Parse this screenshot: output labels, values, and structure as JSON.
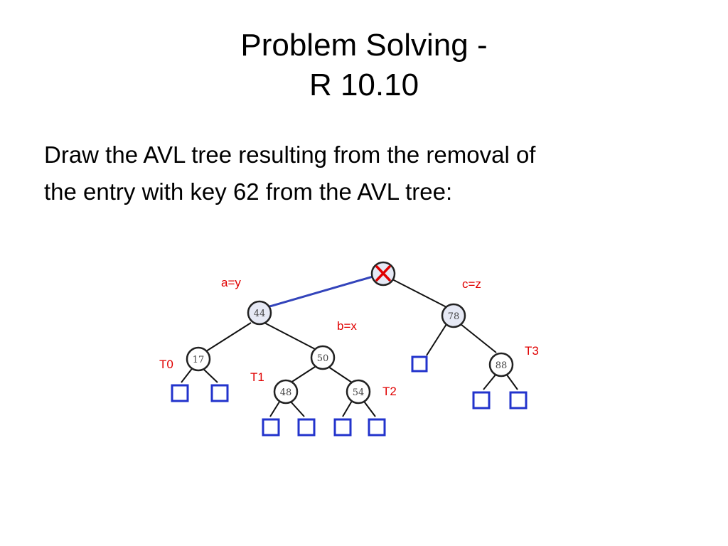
{
  "title": {
    "line1": "Problem Solving -",
    "line2": "R 10.10"
  },
  "body": {
    "line1": "Draw the AVL tree resulting from the removal of",
    "line2": "the entry with key 62 from the AVL tree:"
  },
  "tree": {
    "nodes": {
      "n17": "17",
      "n44": "44",
      "n48": "48",
      "n50": "50",
      "n54": "54",
      "n78": "78",
      "n88": "88"
    },
    "annotations": {
      "a": "a=y",
      "b": "b=x",
      "c": "c=z",
      "t0": "T0",
      "t1": "T1",
      "t2": "T2",
      "t3": "T3"
    },
    "colors": {
      "annotation": "#e00000",
      "highlight_edge": "#3344bb",
      "leaf": "#2233cc",
      "node_fill": "#e6e9f5",
      "removed_mark": "#e00000"
    },
    "removed_node_icon": "x-mark-icon"
  }
}
